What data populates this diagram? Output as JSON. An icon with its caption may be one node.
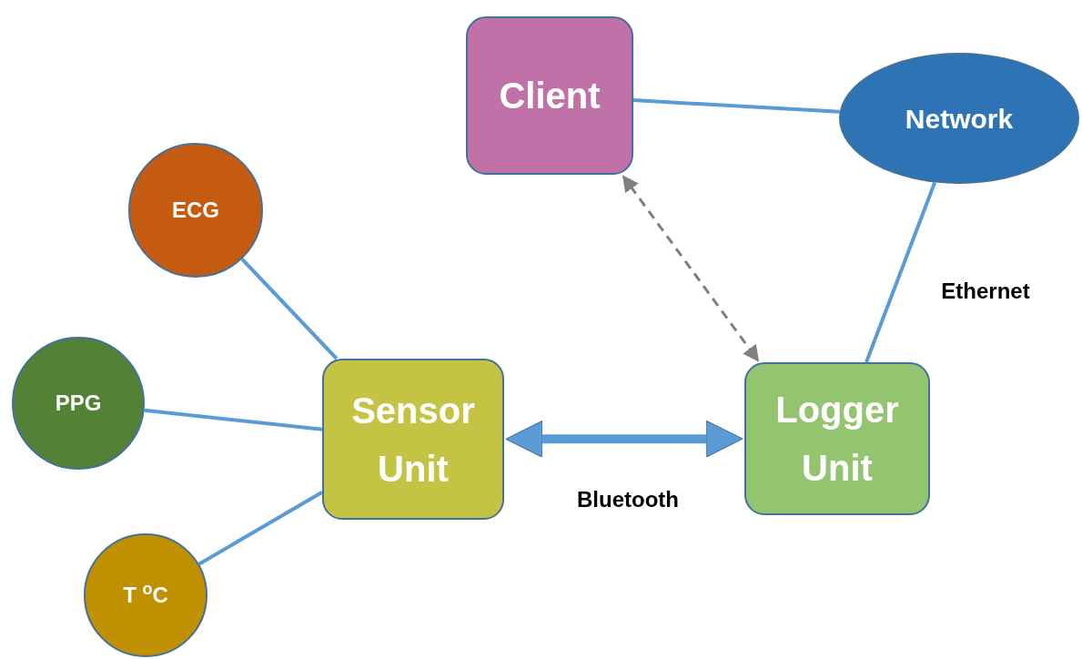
{
  "diagram": {
    "nodes": [
      {
        "text": [
          "Client"
        ]
      },
      {
        "text": [
          "Network"
        ]
      },
      {
        "text": [
          "ECG"
        ]
      },
      {
        "text": [
          "PPG"
        ]
      },
      {
        "text": [
          "T $^{o}$C"
        ]
      },
      {
        "text": [
          "Sensor Unit"
        ]
      },
      {
        "text": [
          "Logger Unit"
        ]
      }
    ],
    "edges": [
      {
        "from": 0,
        "to": 1,
        "arrow": "none"
      },
      {
        "from": 0,
        "to": 6,
        "arrow": "both",
        "style": "dashed",
        "color": "#7f7f7f"
      },
      {
        "from": 1,
        "to": 6,
        "arrow": "none",
        "label": "Ethernet"
      },
      {
        "from": 2,
        "to": 5,
        "arrow": "none"
      },
      {
        "from": 3,
        "to": 5,
        "arrow": "none"
      },
      {
        "from": 4,
        "to": 5,
        "arrow": "none"
      },
      {
        "from": 5,
        "to": 6,
        "arrow": "both",
        "style": "thick",
        "label": "Bluetooth"
      }
    ]
  }
}
